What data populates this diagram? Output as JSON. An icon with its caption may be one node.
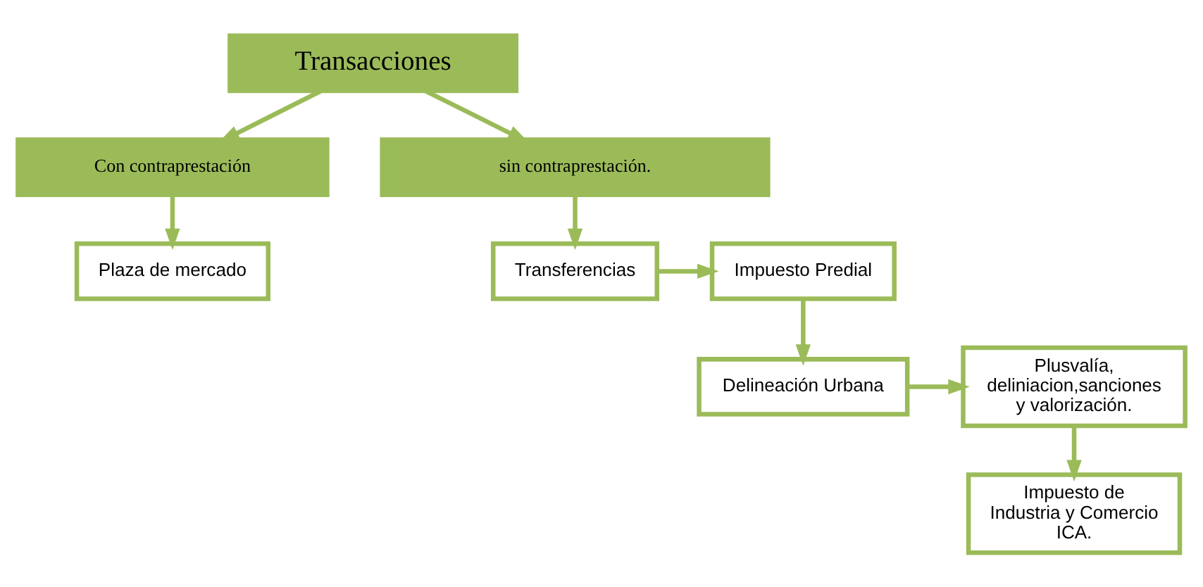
{
  "diagram": {
    "nodes": [
      {
        "text": [
          "Transacciones"
        ]
      },
      {
        "text": [
          "Con contraprestación"
        ]
      },
      {
        "text": [
          "sin contraprestación."
        ]
      },
      {
        "text": [
          "Plaza de mercado"
        ]
      },
      {
        "text": [
          "Transferencias"
        ]
      },
      {
        "text": [
          "Impuesto Predial"
        ]
      },
      {
        "text": [
          "Delineación Urbana"
        ]
      },
      {
        "text": [
          "Plusvalía, deliniacion,sanciones y valorización."
        ]
      },
      {
        "text": [
          "Impuesto de Industria y Comercio ICA."
        ]
      }
    ],
    "edges": [
      {
        "from": 0,
        "to": 1,
        "arrow": "to"
      },
      {
        "from": 0,
        "to": 2,
        "arrow": "to"
      },
      {
        "from": 1,
        "to": 3,
        "arrow": "to"
      },
      {
        "from": 2,
        "to": 4,
        "arrow": "to"
      },
      {
        "from": 4,
        "to": 5,
        "arrow": "to"
      },
      {
        "from": 5,
        "to": 6,
        "arrow": "to"
      },
      {
        "from": 6,
        "to": 7,
        "arrow": "to"
      },
      {
        "from": 7,
        "to": 8,
        "arrow": "to"
      }
    ]
  }
}
